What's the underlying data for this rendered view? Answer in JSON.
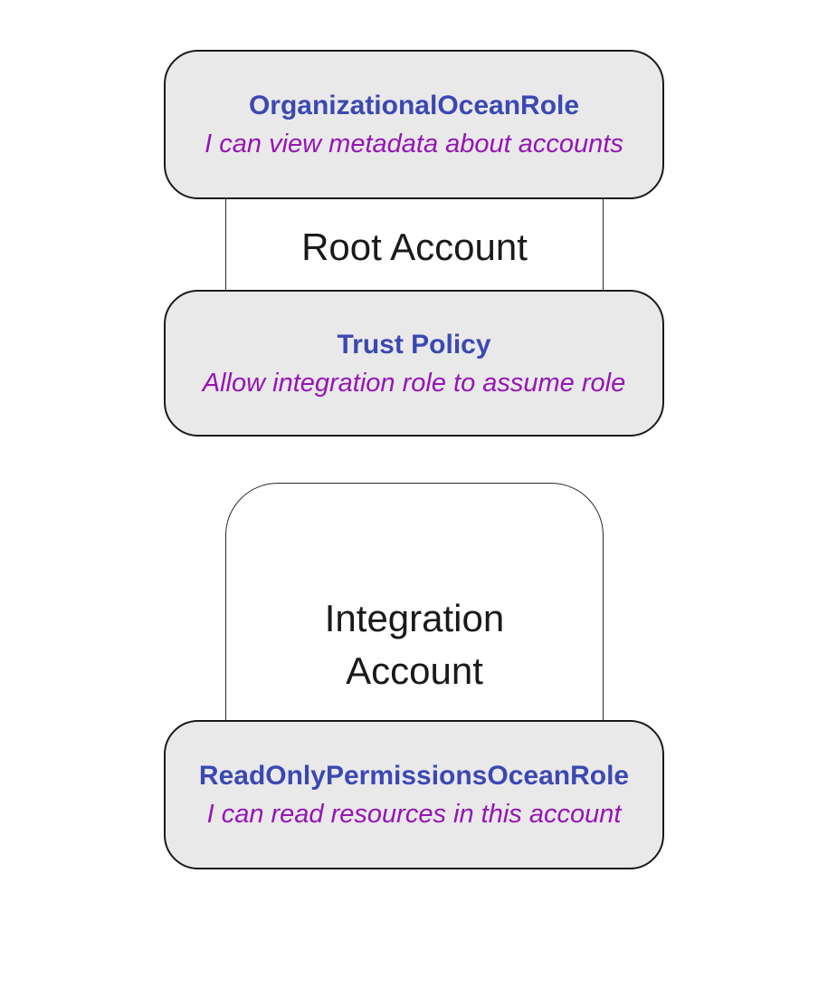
{
  "diagram": {
    "type": "flowchart",
    "colors": {
      "background": "#ffffff",
      "node_fill": "#e9e9e9",
      "node_border": "#1a1a1a",
      "container_border": "#2b2b2b",
      "role_title": "#3c48b2",
      "role_description": "#9615b5",
      "account_label": "#1a1a1a"
    },
    "root_account": {
      "label": "Root Account",
      "role_node": {
        "title": "OrganizationalOceanRole",
        "description": "I can view metadata about accounts"
      },
      "policy_node": {
        "title": "Trust Policy",
        "description": "Allow integration role to assume role"
      }
    },
    "integration_account": {
      "label": "Integration\nAccount",
      "role_node": {
        "title": "ReadOnlyPermissionsOceanRole",
        "description": "I can read resources in this account"
      }
    }
  }
}
